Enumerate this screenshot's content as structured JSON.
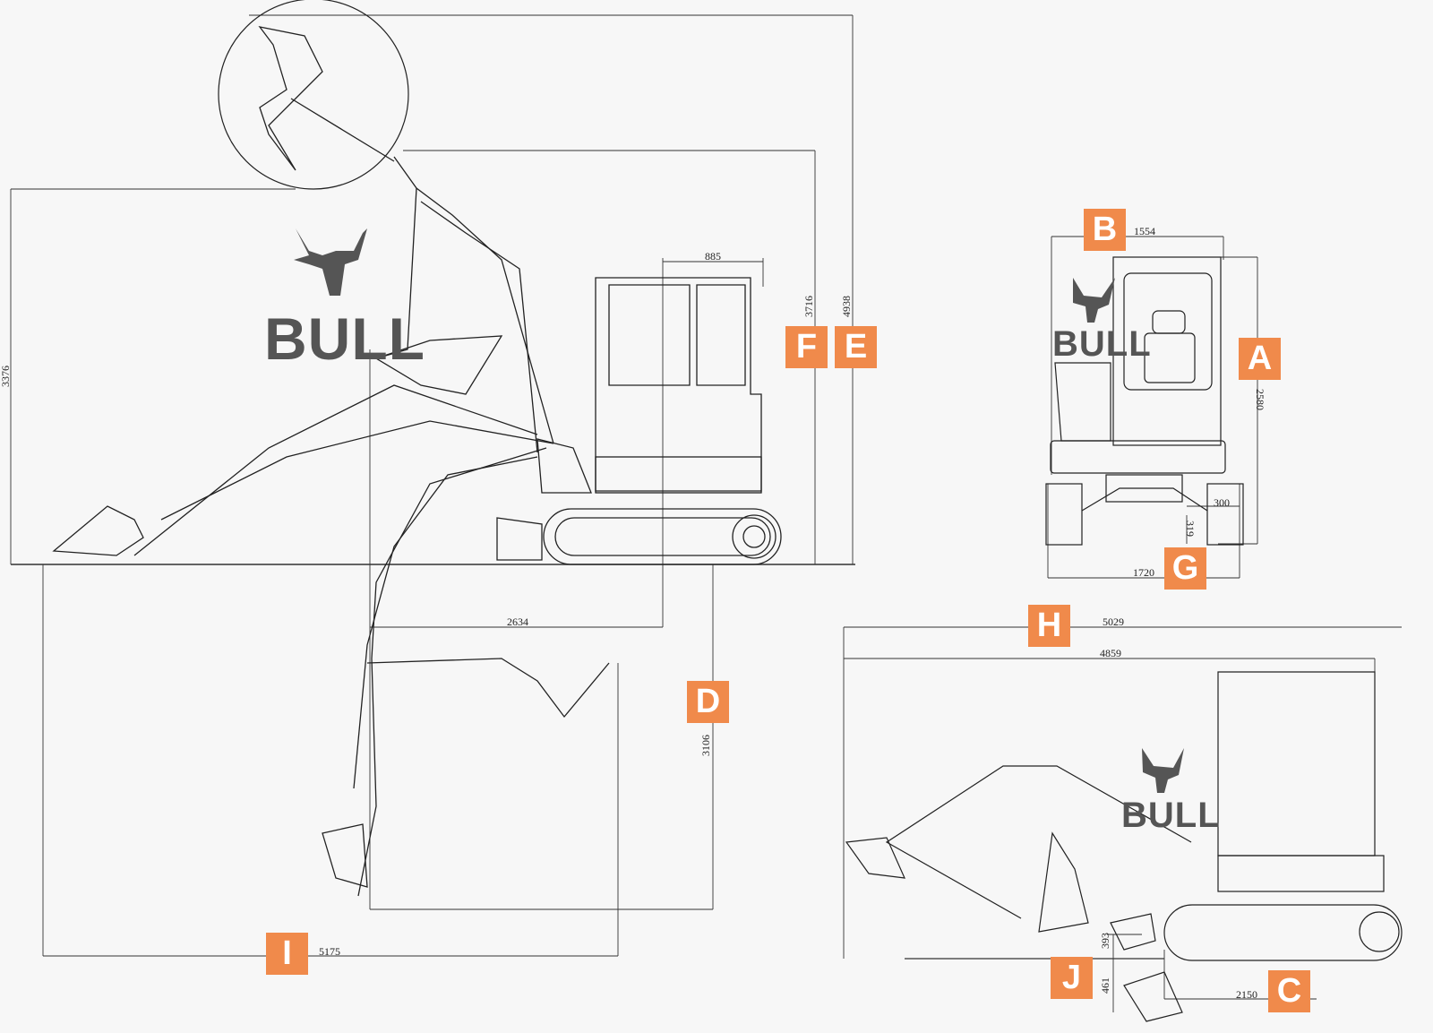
{
  "brand": {
    "name": "BULL",
    "logo_color": "#555555"
  },
  "badge_color": "#f08a4b",
  "badges": {
    "A": "A",
    "B": "B",
    "C": "C",
    "D": "D",
    "E": "E",
    "F": "F",
    "G": "G",
    "H": "H",
    "I": "I",
    "J": "J"
  },
  "dimensions": {
    "A": "2580",
    "B": "1554",
    "C": "2150",
    "D": "3106",
    "E": "4938",
    "F": "3716",
    "G": "1720",
    "H": "5029",
    "H_inner": "4859",
    "I": "5175",
    "J_upper": "393",
    "J_lower": "461",
    "cab_offset": "885",
    "reach_offset": "2634",
    "left_height": "3376",
    "track_width": "300",
    "ground_clearance": "319"
  }
}
